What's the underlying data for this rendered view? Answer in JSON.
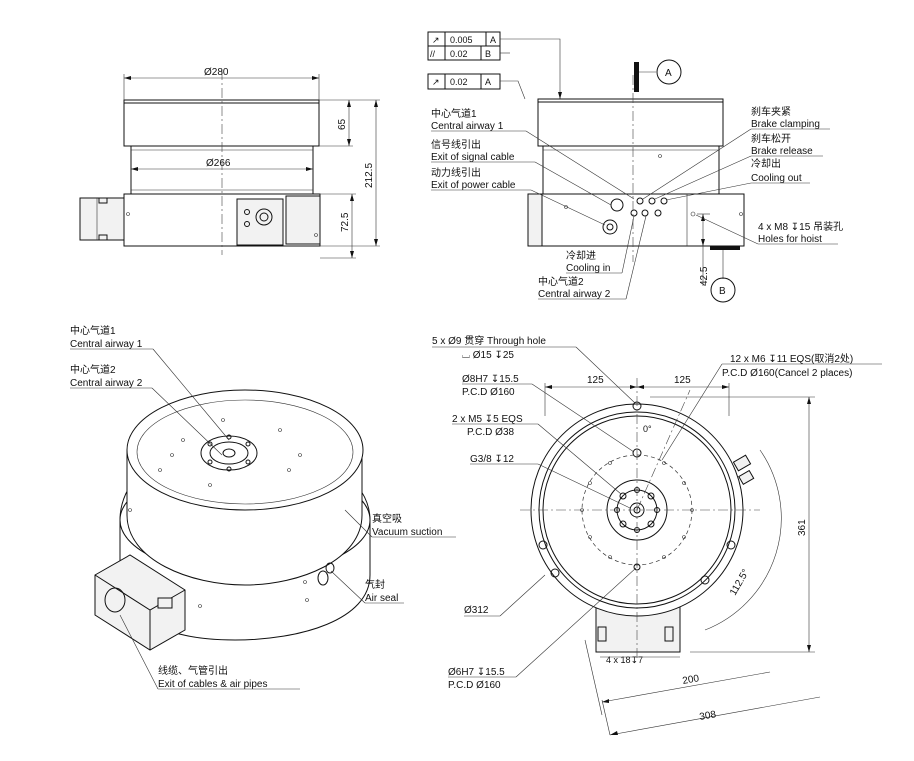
{
  "title_views": {
    "front": {
      "dim_dia_280": "Ø280",
      "dim_dia_266": "Ø266",
      "dim_65": "65",
      "dim_212_5": "212.5",
      "dim_72_5": "72.5"
    },
    "side": {
      "tolerance_rows": [
        {
          "symbol": "↗",
          "value": "0.005",
          "datum": "A"
        },
        {
          "symbol": "//",
          "value": "0.02",
          "datum": "B"
        },
        {
          "symbol": "↗",
          "value": "0.02",
          "datum": "A"
        }
      ],
      "datum_a": "A",
      "datum_b": "B",
      "dim_42_5": "42.5",
      "callouts_left": [
        {
          "cn": "中心气道1",
          "en": "Central airway 1"
        },
        {
          "cn": "信号线引出",
          "en": "Exit of signal cable"
        },
        {
          "cn": "动力线引出",
          "en": "Exit of power cable"
        }
      ],
      "callouts_right": [
        {
          "cn": "刹车夹紧",
          "en": "Brake clamping"
        },
        {
          "cn": "刹车松开",
          "en": "Brake release"
        },
        {
          "cn": "冷却出",
          "en": "Cooling out"
        }
      ],
      "hoist_cn": "4 x M8 ↧15 吊装孔",
      "hoist_en": "Holes for hoist",
      "cooling_in_cn": "冷却进",
      "cooling_in_en": "Cooling in",
      "airway2_cn": "中心气道2",
      "airway2_en": "Central airway 2"
    },
    "iso": {
      "airway1_cn": "中心气道1",
      "airway1_en": "Central airway 1",
      "airway2_cn": "中心气道2",
      "airway2_en": "Central airway 2",
      "vacuum_cn": "真空吸",
      "vacuum_en": "Vacuum suction",
      "airseal_cn": "气封",
      "airseal_en": "Air seal",
      "exit_cn": "线缆、气管引出",
      "exit_en": "Exit of cables & air pipes"
    },
    "top": {
      "through_hole_1": "5 x Ø9 贯穿 Through hole",
      "through_hole_2": "⌴ Ø15 ↧25",
      "m6_1": "12 x M6 ↧11 EQS(取消2处)",
      "m6_2": "P.C.D Ø160(Cancel 2 places)",
      "h7_8_1": "Ø8H7 ↧15.5",
      "h7_8_2": "P.C.D Ø160",
      "m5_1": "2 x M5 ↧5 EQS",
      "m5_2": "P.C.D Ø38",
      "g38": "G3/8 ↧12",
      "dia_312": "Ø312",
      "h7_6_1": "Ø6H7 ↧15.5",
      "h7_6_2": "P.C.D Ø160",
      "dim_125_left": "125",
      "dim_125_right": "125",
      "dim_361": "361",
      "dim_200": "200",
      "dim_308": "308",
      "angle_112_5": "112.5°",
      "angle_0": "0°",
      "slot_label": "4 x 18↧7"
    }
  }
}
